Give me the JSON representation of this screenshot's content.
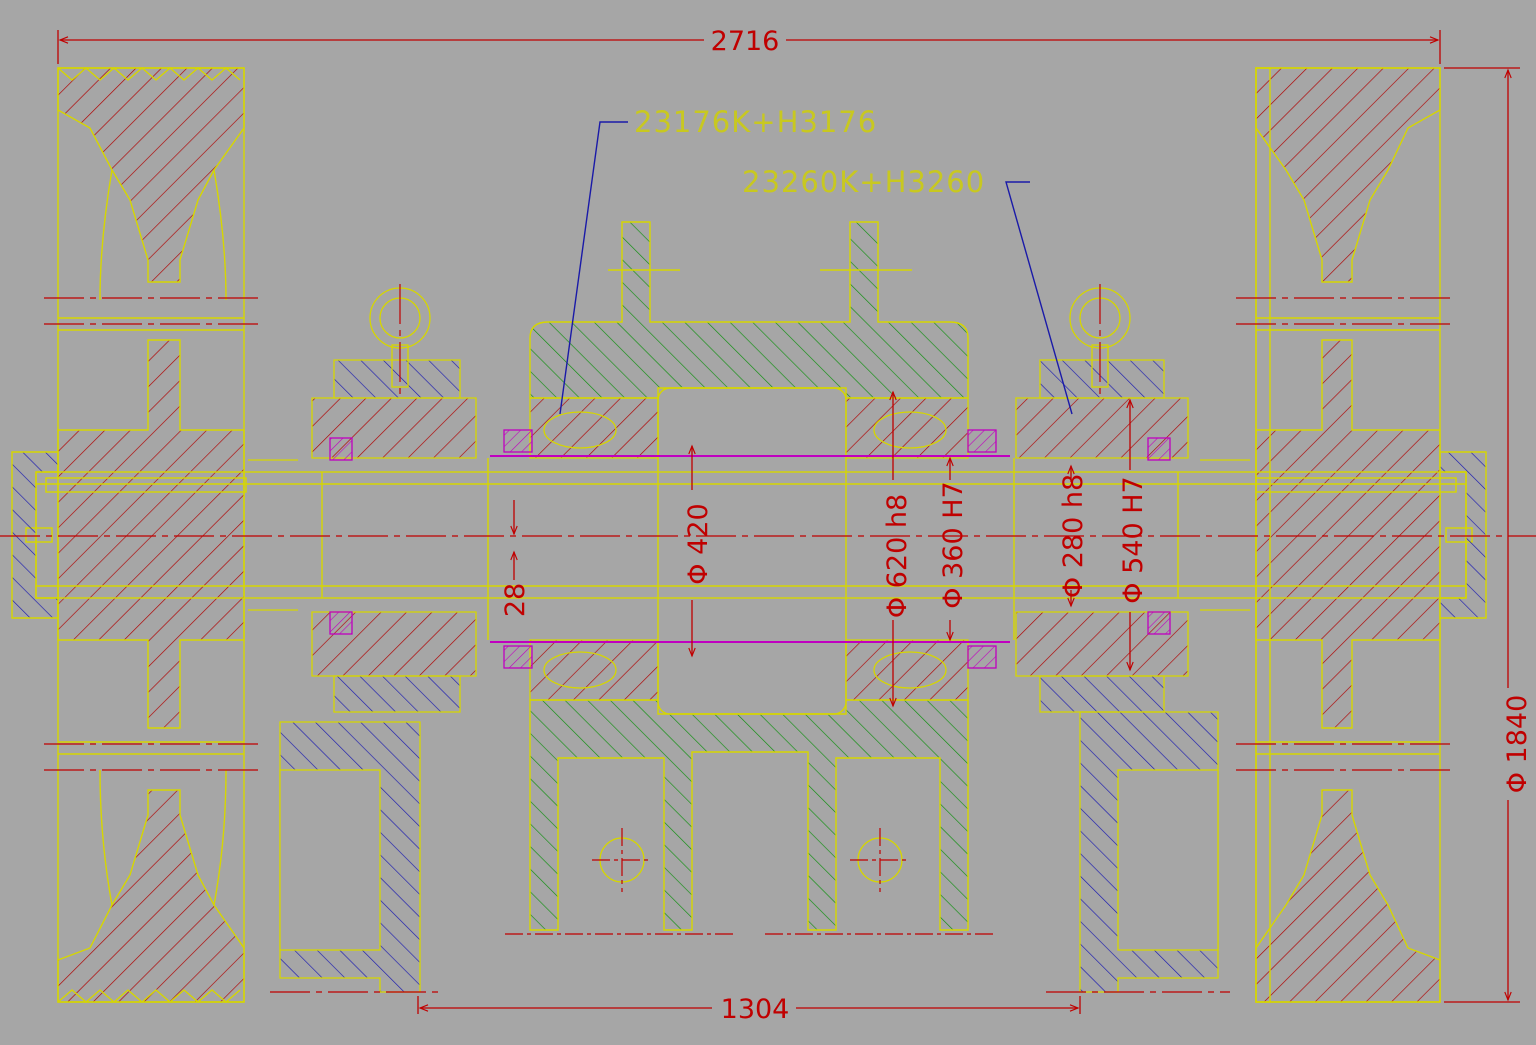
{
  "dimensions": {
    "overall_length": "2716",
    "center_distance": "1304",
    "wheel_diameter": "Φ 1840",
    "shaft_bore": "Φ 420",
    "offset": "28",
    "housing_fit": "Φ 620 h8",
    "journal_fit": "Φ 360 H7",
    "small_journal_fit": "Φ 280 h8",
    "small_housing_fit": "Φ 540 H7"
  },
  "notes": {
    "bearing_main": "23176K+H3176",
    "bearing_secondary": "23260K+H3260"
  },
  "colors": {
    "background": "#a6a6a6",
    "outline": "#d6d600",
    "dimension": "#c00000",
    "leader": "#1a1aa8",
    "hatch_red": "#b00000",
    "hatch_blue": "#1a1ab0",
    "hatch_green": "#109010",
    "seal_magenta": "#c000c0"
  }
}
